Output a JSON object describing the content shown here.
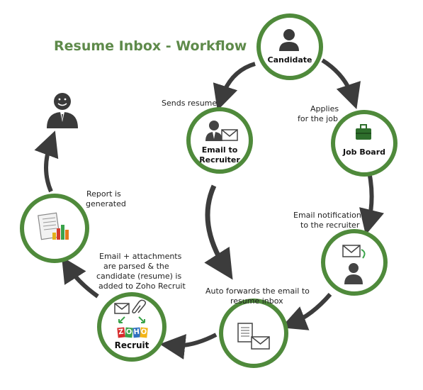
{
  "title": "Resume Inbox - Workflow",
  "nodes": {
    "candidate": {
      "label": "Candidate",
      "icon": "person-icon"
    },
    "email_to_recruiter": {
      "label_line1": "Email to",
      "label_line2": "Recruiter",
      "icon": "person-with-envelope-icon"
    },
    "job_board": {
      "label": "Job Board",
      "icon": "briefcase-icon"
    },
    "recruiter_notification": {
      "icon": "envelope-and-person-icon"
    },
    "resume_inbox": {
      "icon": "document-with-envelope-icon"
    },
    "zoho_recruit": {
      "brand_letters": [
        "Z",
        "O",
        "H",
        "O"
      ],
      "product": "Recruit",
      "icon": "envelope-paperclip-zoho-recruit-icon"
    },
    "report": {
      "icon": "report-chart-icon"
    },
    "happy_person": {
      "icon": "smiling-person-icon"
    }
  },
  "steps": {
    "sends_resume": "Sends  resume",
    "applies_line1": "Applies",
    "applies_line2": "for the job",
    "email_notification_line1": "Email notification",
    "email_notification_line2": "to the recruiter",
    "auto_forwards_line1": "Auto forwards the email to",
    "auto_forwards_line2": "resume inbox",
    "parsed_line1": "Email + attachments",
    "parsed_line2": "are parsed & the",
    "parsed_line3": "candidate (resume) is",
    "parsed_line4": "added to Zoho Recruit",
    "report_line1": "Report is",
    "report_line2": "generated"
  },
  "colors": {
    "title": "#5e8a4a",
    "ring": "#4f8a3b",
    "arrow": "#3c3c3c",
    "zoho_z": "#d62b2b",
    "zoho_o1": "#3aa34a",
    "zoho_h": "#2f6fbf",
    "zoho_o2": "#f2b417"
  }
}
